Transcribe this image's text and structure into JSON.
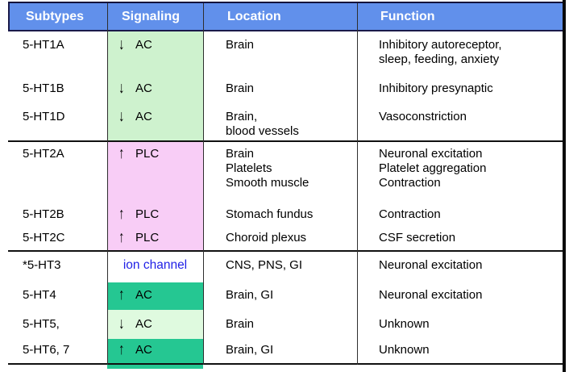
{
  "table": {
    "headers": [
      "Subtypes",
      "Signaling",
      "Location",
      "Function"
    ],
    "rows": [
      {
        "subtype": "5-HT1A",
        "arrow": "↓",
        "signal": "AC",
        "location": "Brain",
        "function": "Inhibitory autoreceptor,\nsleep, feeding, anxiety"
      },
      {
        "subtype": "5-HT1B",
        "arrow": "↓",
        "signal": "AC",
        "location": "Brain",
        "function": "Inhibitory presynaptic"
      },
      {
        "subtype": "5-HT1D",
        "arrow": "↓",
        "signal": "AC",
        "location": "Brain,\nblood vessels",
        "function": "Vasoconstriction"
      },
      {
        "subtype": "5-HT2A",
        "arrow": "↑",
        "signal": "PLC",
        "location": "Brain\nPlatelets\nSmooth muscle",
        "function": "Neuronal excitation\nPlatelet aggregation\nContraction"
      },
      {
        "subtype": "5-HT2B",
        "arrow": "↑",
        "signal": "PLC",
        "location": "Stomach fundus",
        "function": "Contraction"
      },
      {
        "subtype": "5-HT2C",
        "arrow": "↑",
        "signal": "PLC",
        "location": "Choroid plexus",
        "function": "CSF secretion"
      },
      {
        "subtype": "*5-HT3",
        "arrow": "",
        "signal": "ion channel",
        "location": "CNS, PNS, GI",
        "function": "Neuronal excitation"
      },
      {
        "subtype": "5-HT4",
        "arrow": "↑",
        "signal": "AC",
        "location": "Brain, GI",
        "function": "Neuronal excitation"
      },
      {
        "subtype": "5-HT5,",
        "arrow": "↓",
        "signal": "AC",
        "location": "Brain",
        "function": "Unknown"
      },
      {
        "subtype": "5-HT6, 7",
        "arrow": "↑",
        "signal": "AC",
        "location": "Brain, GI",
        "function": "Unknown"
      }
    ]
  },
  "colors": {
    "header_bg": "#6190EB",
    "header_text": "#FFFFFF",
    "signal_green": "#CEF2CE",
    "signal_green_light": "#DFFADF",
    "signal_pink": "#F8CDF6",
    "signal_teal": "#25C792",
    "ion_channel_text": "#1F1FE6",
    "body_text": "#000000",
    "rule_black": "#111111"
  }
}
